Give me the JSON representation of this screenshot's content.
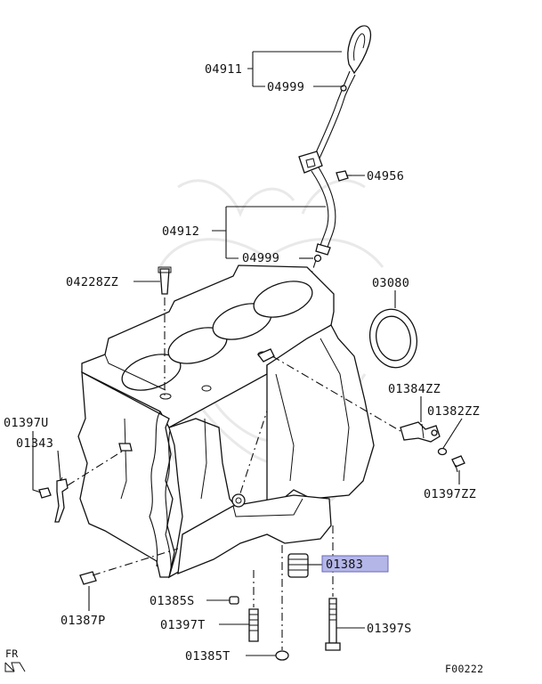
{
  "labels": {
    "p04911": "04911",
    "p04999a": "04999",
    "p04956": "04956",
    "p04912": "04912",
    "p04999b": "04999",
    "p04228zz": "04228ZZ",
    "p03080": "03080",
    "p01384zz": "01384ZZ",
    "p01382zz": "01382ZZ",
    "p01397u": "01397U",
    "p01343": "01343",
    "p01397zz": "01397ZZ",
    "p01383": "01383",
    "p01385s": "01385S",
    "p01387p": "01387P",
    "p01397t": "01397T",
    "p01397s": "01397S",
    "p01385t": "01385T"
  },
  "direction_marker": "FR",
  "figure_code": "F00222",
  "highlighted_part": "01383",
  "colors": {
    "highlight": "#b4b6e8",
    "ink": "#111111"
  }
}
